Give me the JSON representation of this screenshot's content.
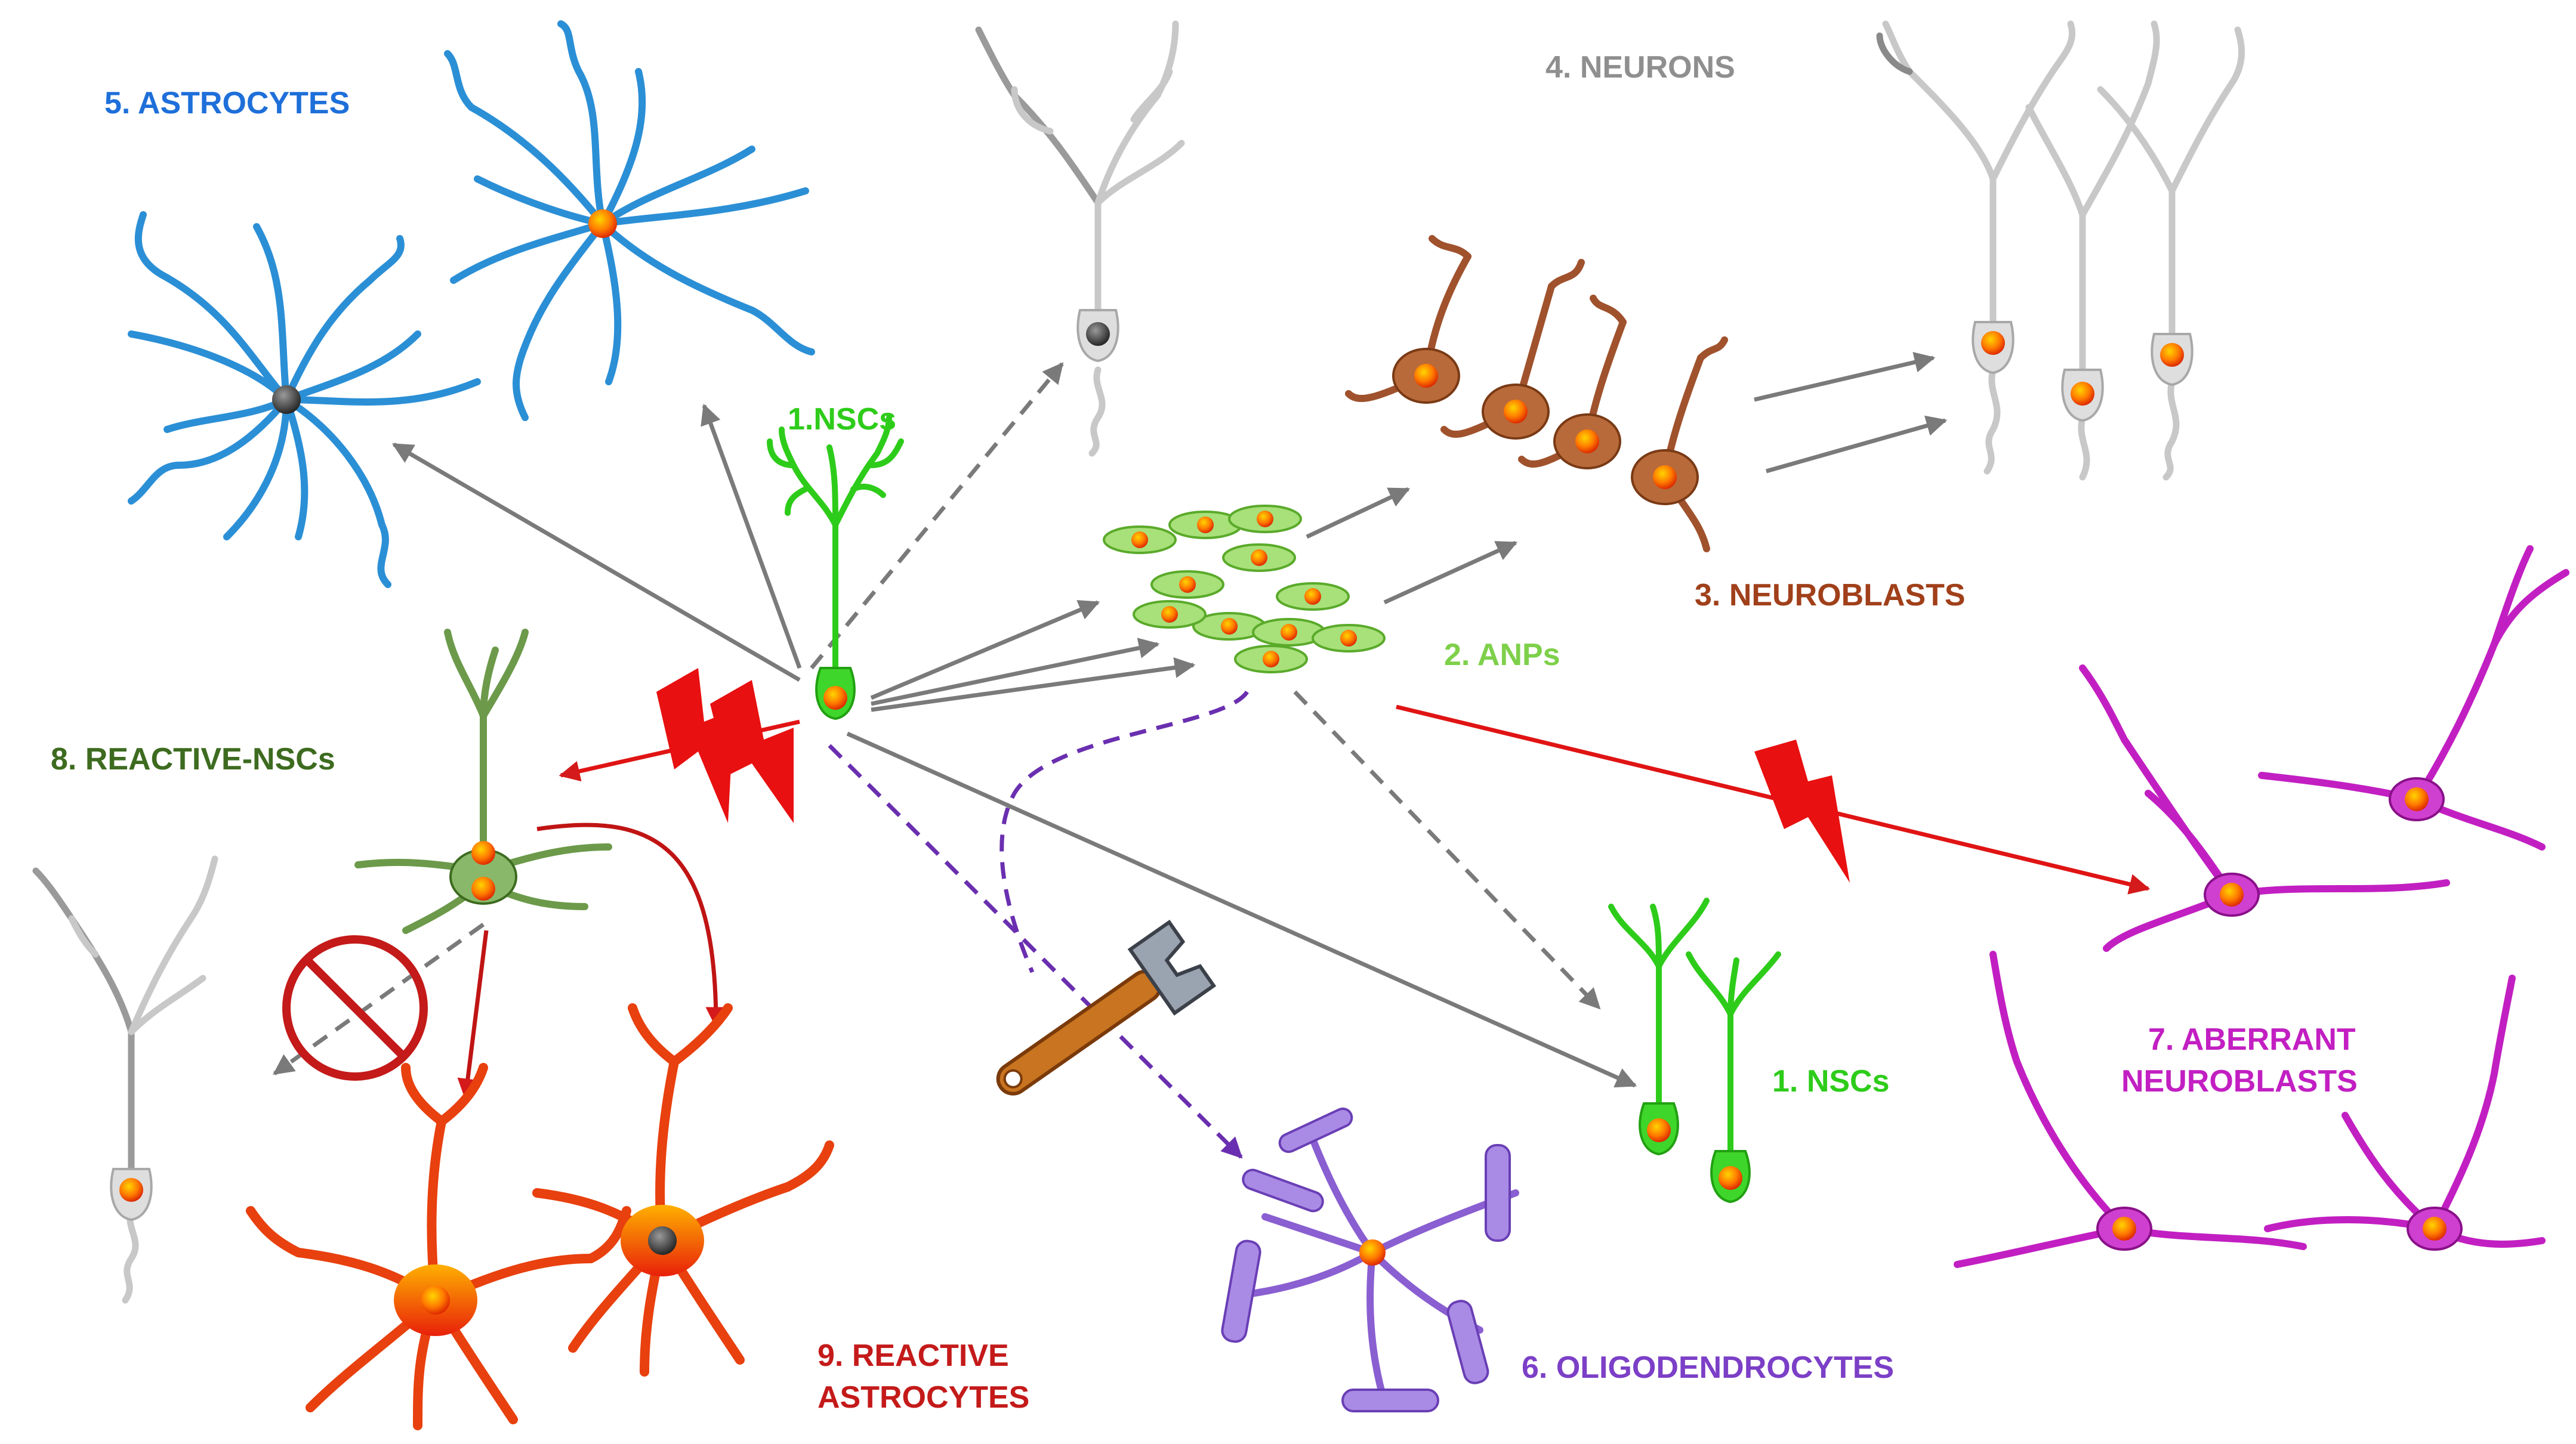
{
  "labels": {
    "nscs_center": "1.NSCs",
    "anps": "2. ANPs",
    "neuroblasts": "3. NEUROBLASTS",
    "neurons": "4. NEURONS",
    "astrocytes": "5. ASTROCYTES",
    "oligodendrocytes": "6. OLIGODENDROCYTES",
    "aberrant_line1": "7. ABERRANT",
    "aberrant_line2": "NEUROBLASTS",
    "reactive_nscs": "8. REACTIVE-NSCs",
    "reactive_astro_line1": "9. REACTIVE",
    "reactive_astro_line2": "ASTROCYTES",
    "nscs_right": "1. NSCs"
  },
  "colors": {
    "nsc": "#2ecc1a",
    "anp": "#7ed04a",
    "neuroblast": "#a0522d",
    "neuron": "#8f8f8f",
    "astrocyte": "#2b8fd6",
    "oligodendrocyte": "#8a5fd1",
    "aberrant": "#c21fc2",
    "reactive_nsc": "#3d6b1f",
    "reactive_astrocyte": "#e8300e",
    "injury": "#e81010",
    "arrow": "#7a7a7a"
  },
  "icons": [
    "lightning-bolt-icon",
    "prohibition-icon",
    "wrench-icon"
  ]
}
